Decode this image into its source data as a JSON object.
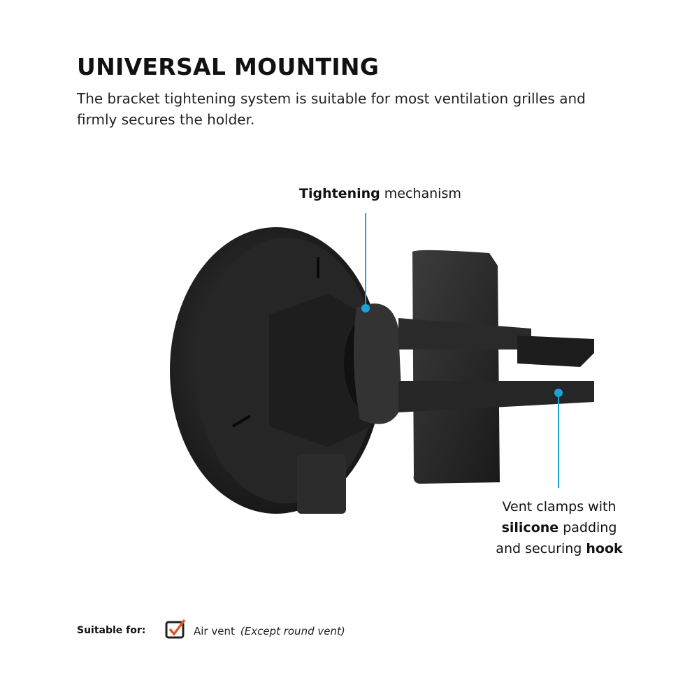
{
  "header": {
    "title": "UNIVERSAL MOUNTING",
    "subtitle": "The bracket tightening system is suitable for most ventilation grilles and firmly secures the holder."
  },
  "callouts": {
    "tightening": {
      "bold": "Tightening",
      "rest": " mechanism"
    },
    "clamps": {
      "line1": "Vent clamps with",
      "bold1": "silicone",
      "line2_rest": " padding",
      "line3_pre": "and securing ",
      "bold3": "hook"
    }
  },
  "suitable": {
    "label": "Suitable for:",
    "item": "Air vent",
    "note": "(Except round vent)",
    "checked": true
  },
  "colors": {
    "accent": "#1aa3d9",
    "check": "#e0572a"
  }
}
